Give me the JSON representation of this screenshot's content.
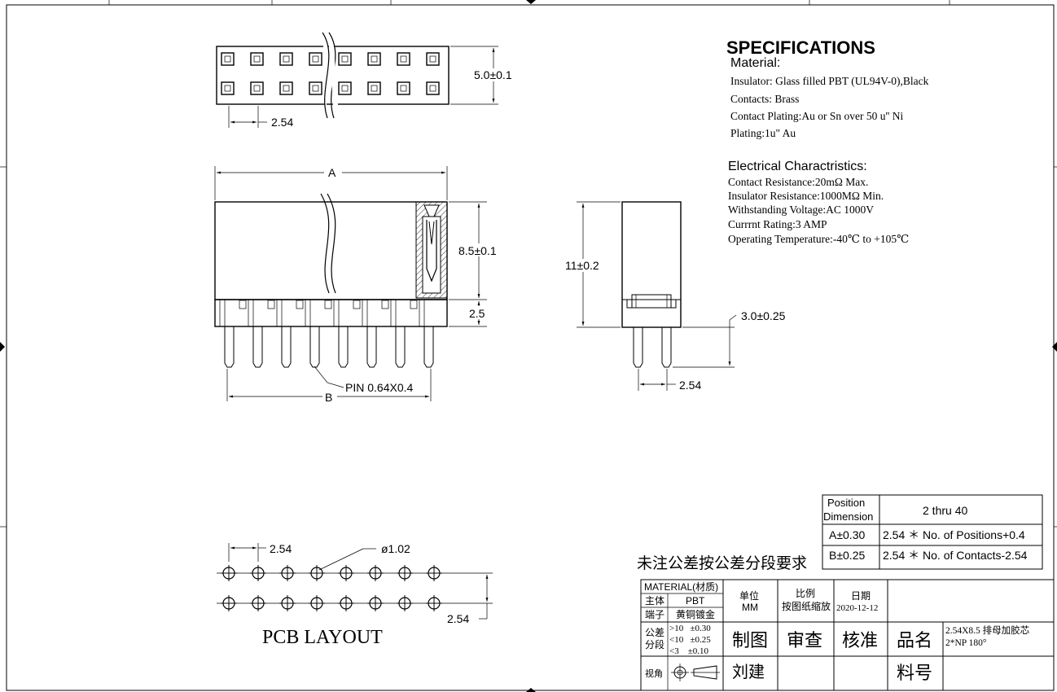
{
  "specs": {
    "title": "SPECIFICATIONS",
    "material_heading": "Material:",
    "material_lines": [
      "Insulator: Glass filled PBT (UL94V-0),Black",
      "Contacts: Brass",
      "Contact Plating:Au or Sn over 50 u'' Ni",
      "Plating:1u\" Au"
    ],
    "electrical_heading": "Electrical Charactristics:",
    "electrical_lines": [
      "Contact Resistance:20mΩ Max.",
      "Insulator Resistance:1000MΩ Min.",
      "Withstanding Voltage:AC 1000V",
      "Currrnt Rating:3 AMP",
      "Operating Temperature:-40℃ to +105℃"
    ]
  },
  "dims": {
    "top_height": "5.0±0.1",
    "top_pitch": "2.54",
    "front_A": "A",
    "front_body_height": "8.5±0.1",
    "front_pin_base": "2.5",
    "front_pin_label": "PIN 0.64X0.4",
    "front_B": "B",
    "side_total_height": "11±0.2",
    "side_tail": "3.0±0.25",
    "side_pitch": "2.54",
    "pcb_pitch_x": "2.54",
    "pcb_hole": "ø1.02",
    "pcb_pitch_y": "2.54"
  },
  "pcb": {
    "title": "PCB LAYOUT"
  },
  "dimension_table": {
    "header_left": "Position\nDimension",
    "header_right": "2 thru 40",
    "rows": [
      {
        "label": "A±0.30",
        "formula": "2.54 ＊ No. of Positions+0.4"
      },
      {
        "label": "B±0.25",
        "formula": "2.54 ＊ No. of Contacts-2.54"
      }
    ]
  },
  "tolerance_note": "未注公差按公差分段要求",
  "title_block": {
    "material_label": "MATERIAL(材质)",
    "body_label": "主体",
    "body_value": "PBT",
    "terminal_label": "端子",
    "terminal_value": "黄铜镀金",
    "unit_label": "单位",
    "unit_value": "MM",
    "scale_label": "比例",
    "scale_value": "按图纸缩放",
    "date_label": "日期",
    "date_value": "2020-12-12",
    "tol_label_1": "公差",
    "tol_label_2": "分段",
    "tol_rows": [
      ">10   ±0.30",
      "<10   ±0.25",
      "<3    ±0.10"
    ],
    "draw_label": "制图",
    "check_label": "审查",
    "approve_label": "核准",
    "name_label": "品名",
    "name_value_1": "2.54X8.5 排母加胶芯",
    "name_value_2": "2*NP 180°",
    "view_label": "视角",
    "drawer": "刘建",
    "part_no_label": "料号"
  }
}
